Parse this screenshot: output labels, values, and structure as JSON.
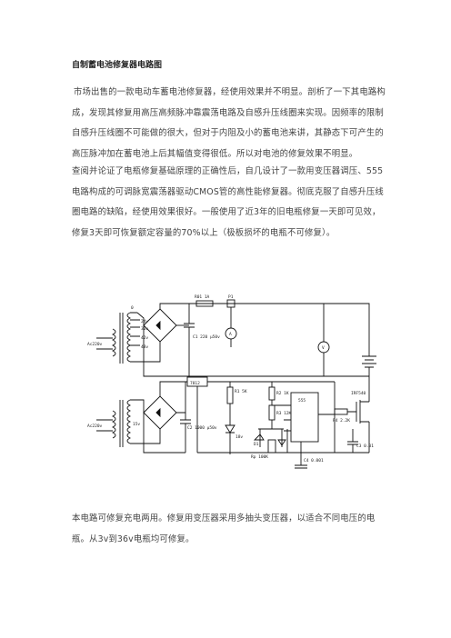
{
  "doc": {
    "title": "自制蓄电池修复器电路图",
    "p1": "市场出售的一款电动车蓄电池修复器，经使用效果并不明显。剖析了一下其电路构成，发现其修复用高压高频脉冲靠震荡电路及自感升压线圈来实现。因频率的限制自感升压线圈不可能做的很大，但对于内阻及小的蓄电池来讲，其静态下可产生的高压脉冲加在蓄电池上后其幅值变得很低。所以对电池的修复效果不明显。",
    "p2": "查阅并论证了电瓶修复基础原理的正确性后，自几设计了一款用变压器调压、555电路构成的可调脉宽震荡器驱动CMOS管的高性能修复器。彻底克服了自感升压线圈电路的缺陷，经使用效果很好。一般使用了近3年的旧电瓶修复一天即可见效，修复3天即可恢复额定容量的70%以上（极板损坏的电瓶不可修复）。",
    "p3": "本电路可修复充电两用。修复用变压器采用多抽头变压器，以适合不同电压的电瓶。从3v到36v电瓶均可修复。"
  },
  "schematic": {
    "labels": {
      "tap_0": "0",
      "tap_1": "24v",
      "tap_2": "30v",
      "tap_3": "42v",
      "tap_4": "48v",
      "ac_in_top": "Ac220v",
      "ac_in_bottom": "Ac220v",
      "fuse": "R01 1A",
      "meter_a": "A",
      "meter_v": "V",
      "p1": "P1",
      "cap1": "C1 220\nμ50v",
      "reg": "7812",
      "sec2": "15v",
      "cap2": "C2 1000\nμ50v",
      "r1": "R1 5K",
      "r2": "R2 1K",
      "r3": "R3 12K",
      "rp": "Rp 100K",
      "d_zener": "18v",
      "ic": "555",
      "mos": "IRF540",
      "r4": "R4 2.2K",
      "c3": "C3 0.01",
      "c4": "C4 0.001",
      "d1": "D1"
    }
  }
}
